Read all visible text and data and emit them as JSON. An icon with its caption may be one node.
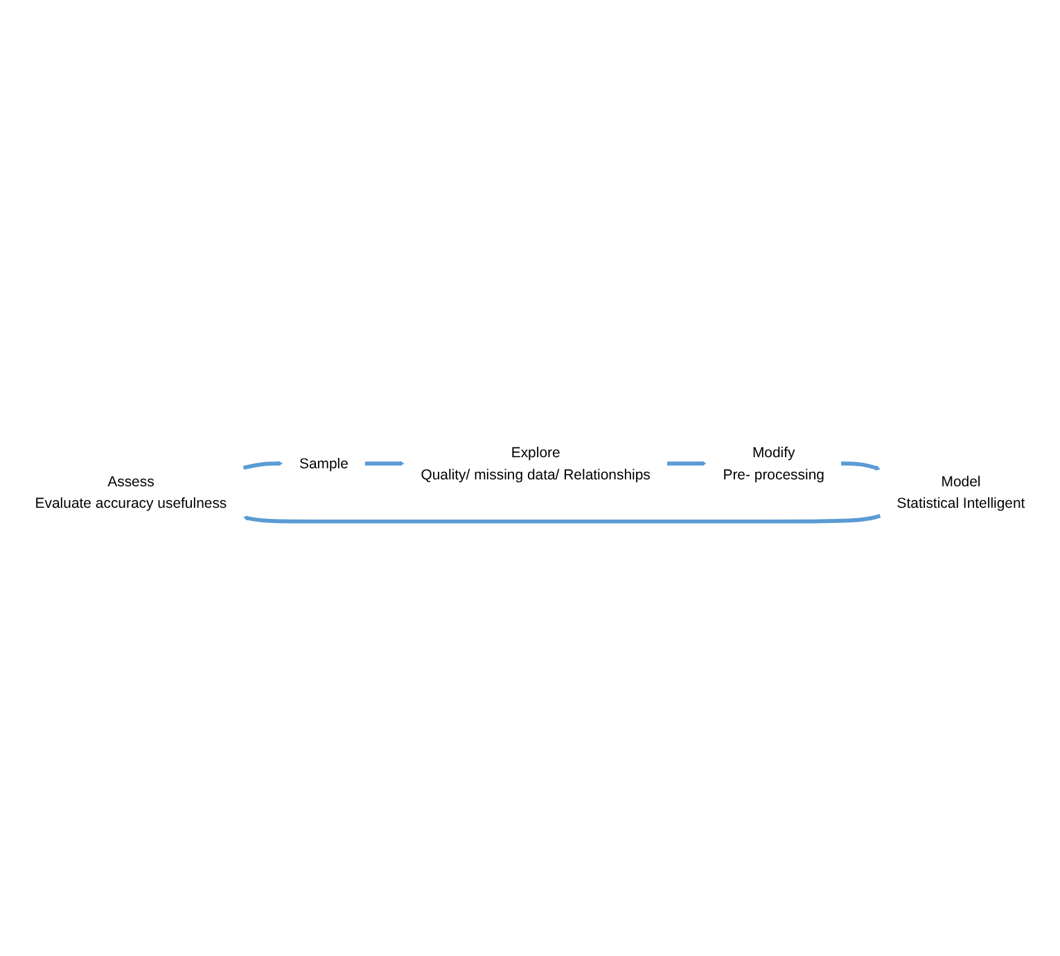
{
  "diagram": {
    "nodes": [
      {
        "text": [
          "Assess",
          "Evaluate accuracy usefulness"
        ]
      },
      {
        "text": [
          "Sample"
        ]
      },
      {
        "text": [
          "Model",
          "Statistical Intelligent"
        ]
      },
      {
        "text": [
          "Explore",
          "Quality/ missing data/ Relationships"
        ]
      },
      {
        "text": [
          "Modify",
          "Pre- processing"
        ]
      }
    ],
    "edges": [
      {
        "from": 0,
        "to": 1,
        "arrow": "to"
      },
      {
        "from": 1,
        "to": 3,
        "arrow": "to"
      },
      {
        "from": 3,
        "to": 4,
        "arrow": "to"
      },
      {
        "from": 4,
        "to": 2,
        "arrow": "to"
      },
      {
        "from": 2,
        "to": 0,
        "arrow": "to"
      }
    ]
  }
}
